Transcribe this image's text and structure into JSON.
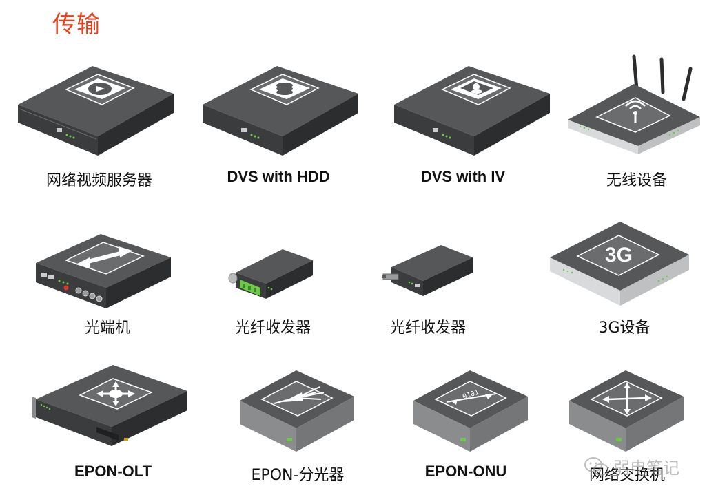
{
  "title": "传输",
  "accent_color": "#e8401c",
  "devices": [
    {
      "label": "网络视频服务器",
      "icon": "video-server-icon"
    },
    {
      "label": "DVS with HDD",
      "icon": "dvs-hdd-icon"
    },
    {
      "label": "DVS with IV",
      "icon": "dvs-iv-icon"
    },
    {
      "label": "无线设备",
      "icon": "wireless-device-icon"
    },
    {
      "label": "光端机",
      "icon": "optical-transceiver-icon"
    },
    {
      "label": "光纤收发器",
      "icon": "fiber-media-converter-icon"
    },
    {
      "label": "光纤收发器",
      "icon": "fiber-media-converter-icon"
    },
    {
      "label": "3G设备",
      "icon": "3g-device-icon",
      "badge": "3G"
    },
    {
      "label": "EPON-OLT",
      "icon": "epon-olt-icon"
    },
    {
      "label": "EPON-分光器",
      "icon": "epon-splitter-icon"
    },
    {
      "label": "EPON-ONU",
      "icon": "epon-onu-icon",
      "badge": "0101"
    },
    {
      "label": "网络交换机",
      "icon": "network-switch-icon"
    }
  ],
  "watermark": {
    "text": "弱电笔记"
  }
}
